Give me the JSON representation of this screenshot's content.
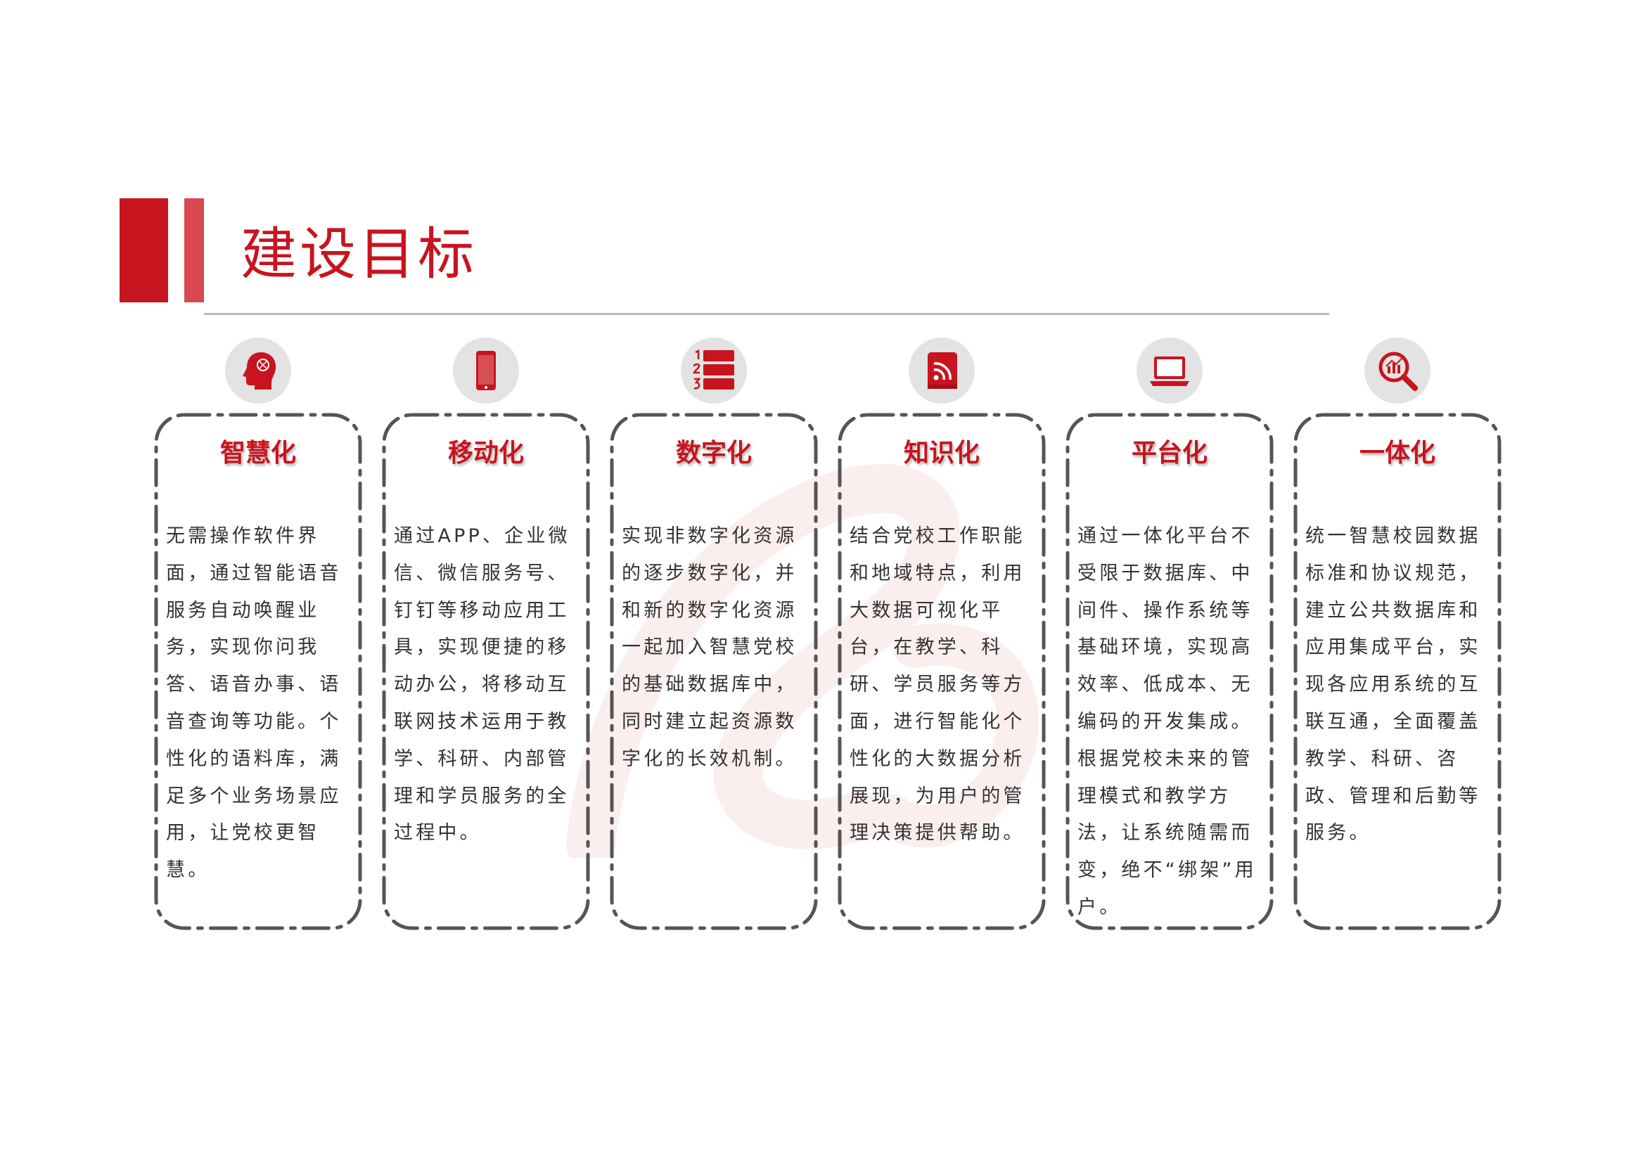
{
  "header": {
    "title": "建设目标"
  },
  "colors": {
    "accent": "#c8141f",
    "accent_light": "#d9474f",
    "icon_bg": "#e3e3e3",
    "frame": "#555555",
    "body_text": "#333333",
    "rule": "#b9b9b9"
  },
  "cards": [
    {
      "icon": "head-brain-icon",
      "title": "智慧化",
      "body": "无需操作软件界面，通过智能语音服务自动唤醒业务，实现你问我答、语音办事、语音查询等功能。个性化的语料库，满足多个业务场景应用，让党校更智慧。"
    },
    {
      "icon": "mobile-phone-icon",
      "title": "移动化",
      "body": "通过APP、企业微信、微信服务号、钉钉等移动应用工具，实现便捷的移动办公，将移动互联网技术运用于教学、科研、内部管理和学员服务的全过程中。"
    },
    {
      "icon": "numbered-list-icon",
      "title": "数字化",
      "body": "实现非数字化资源的逐步数字化，并和新的数字化资源一起加入智慧党校的基础数据库中，同时建立起资源数字化的长效机制。"
    },
    {
      "icon": "rss-book-icon",
      "title": "知识化",
      "body": "结合党校工作职能和地域特点，利用大数据可视化平台，在教学、科研、学员服务等方面，进行智能化个性化的大数据分析展现，为用户的管理决策提供帮助。"
    },
    {
      "icon": "laptop-icon",
      "title": "平台化",
      "body": "通过一体化平台不受限于数据库、中间件、操作系统等基础环境，实现高效率、低成本、无编码的开发集成。根据党校未来的管理模式和教学方法，让系统随需而变，绝不“绑架”用户。"
    },
    {
      "icon": "chart-magnifier-icon",
      "title": "一体化",
      "body": "统一智慧校园数据标准和协议规范，建立公共数据库和应用集成平台，实现各应用系统的互联互通，全面覆盖教学、科研、咨政、管理和后勤等服务。"
    }
  ]
}
